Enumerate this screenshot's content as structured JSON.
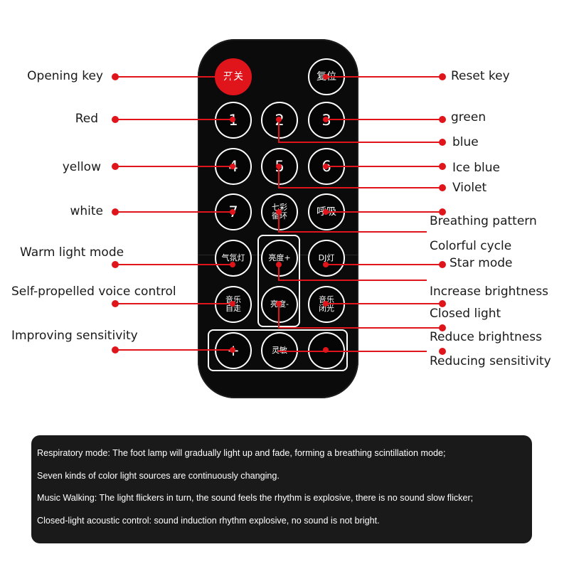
{
  "buttons": {
    "power": "开关",
    "reset": "复位",
    "b1": "1",
    "b2": "2",
    "b3": "3",
    "b4": "4",
    "b5": "5",
    "b6": "6",
    "b7": "7",
    "seven_color_cycle": "七彩\n循环",
    "breathing": "呼吸",
    "ambient_light": "气氛灯",
    "brightness_up": "亮度+",
    "dj_light": "DJ灯",
    "music_walk": "音乐\n自走",
    "brightness_down": "亮度-",
    "music_flash": "音乐\n闭光",
    "plus": "+",
    "sensitivity": "灵敏",
    "minus": "—"
  },
  "labels": {
    "opening_key": "Opening key",
    "reset_key": "Reset key",
    "red": "Red",
    "green": "green",
    "blue": "blue",
    "yellow": "yellow",
    "ice_blue": "Ice blue",
    "violet": "Violet",
    "white": "white",
    "breathing_pattern": "Breathing pattern",
    "colorful_cycle": "Colorful cycle",
    "warm_light_mode": "Warm light mode",
    "star_mode": "Star mode",
    "self_propelled": "Self-propelled voice control",
    "increase_brightness": "Increase brightness",
    "closed_light": "Closed light",
    "improving_sensitivity": "Improving sensitivity",
    "reduce_brightness": "Reduce brightness",
    "reducing_sensitivity": "Reducing sensitivity"
  },
  "notes": [
    "Respiratory mode: The foot lamp will gradually light up and fade, forming a breathing scintillation mode;",
    "Seven kinds of color light sources are continuously changing.",
    "Music Walking: The light flickers in turn, the sound feels the rhythm is explosive, there is no sound slow flicker;",
    "Closed-light acoustic control: sound induction rhythm explosive, no sound is not bright."
  ],
  "colors": {
    "accent_red": "#e0141b",
    "remote_body": "#0b0b0b",
    "panel_bg": "#1a1a1a"
  }
}
